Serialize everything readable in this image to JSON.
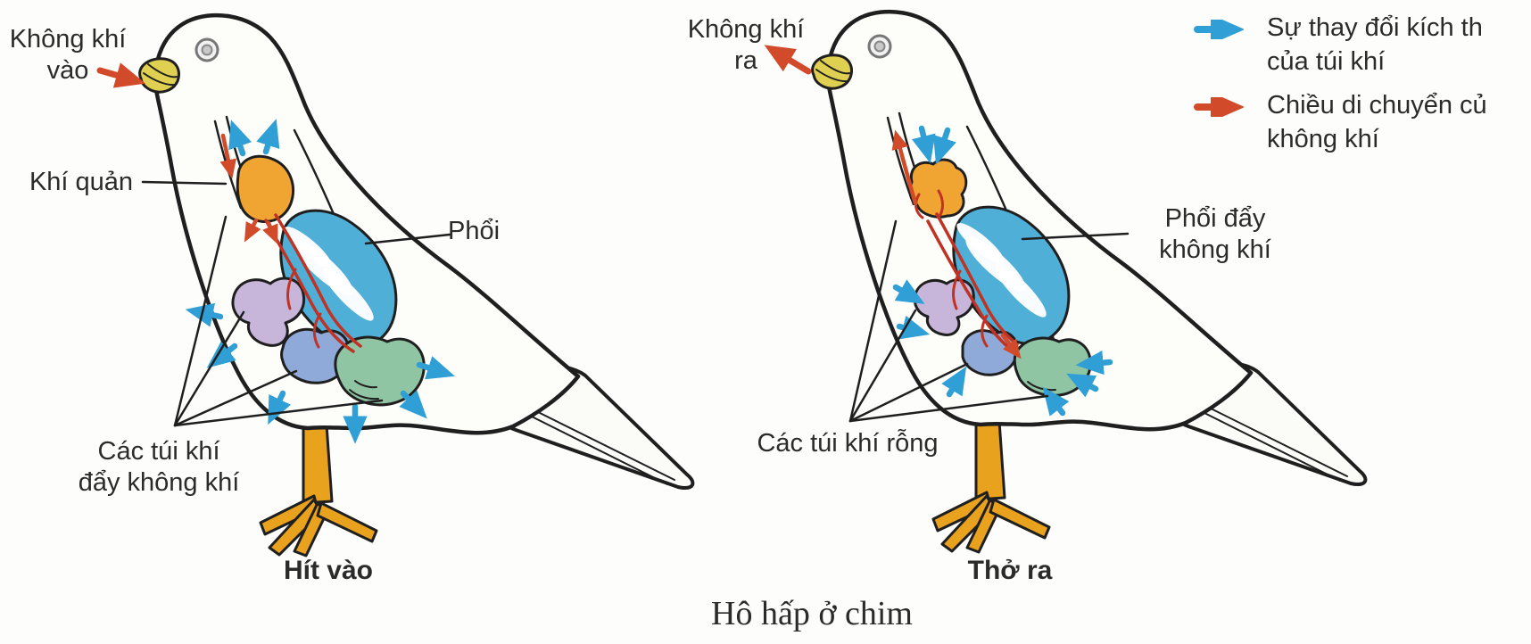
{
  "palette": {
    "ink": "#1f1f1f",
    "text": "#2b2b2b",
    "arrow-blue": "#2f9fd6",
    "arrow-red": "#d14a2a",
    "sac-orange": "#f0a431",
    "lung-blue": "#4fafd7",
    "sac-purple": "#c7b6da",
    "sac-slate": "#8fa9d8",
    "sac-green": "#8fc5a3",
    "vessel-red": "#c03224",
    "beak-yellow": "#e0d052",
    "foot-orange": "#e9a21e"
  },
  "left_bird": {
    "air_in_line1": "Không khí",
    "air_in_line2": "vào",
    "trachea_label": "Khí quản",
    "lung_label": "Phổi",
    "air_sacs_line1": "Các túi khí",
    "air_sacs_line2": "đẩy không khí",
    "caption": "Hít vào"
  },
  "right_bird": {
    "air_out_line1": "Không khí",
    "air_out_line2": "ra",
    "lung_line1": "Phổi đẩy",
    "lung_line2": "không khí",
    "air_sacs_label": "Các túi khí rỗng",
    "caption": "Thở ra"
  },
  "legend": {
    "size_change_icon": "blue-arrow-icon",
    "size_change_line1": "Sự thay đổi kích th",
    "size_change_line2": "của túi khí",
    "air_direction_icon": "red-arrow-icon",
    "air_direction_line1": "Chiều di chuyển củ",
    "air_direction_line2": "không khí"
  },
  "figure_caption": "Hô hấp ở chim"
}
